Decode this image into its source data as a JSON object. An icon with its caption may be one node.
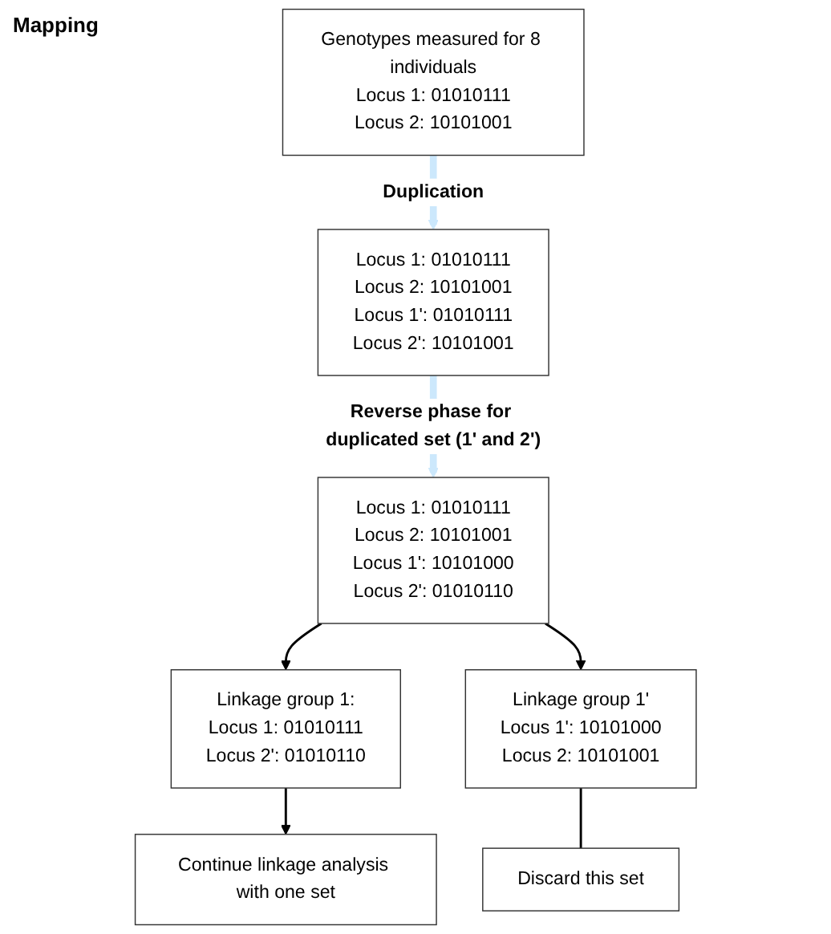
{
  "diagram": {
    "nodes": [
      {
        "text": [
          "Genotypes measured for 8 individuals",
          "Locus 1: 01010111",
          "Locus 2: 10101001"
        ]
      },
      {
        "text": [
          "Locus 1: 01010111",
          "Locus 2: 10101001",
          "Locus 1': 01010111",
          "Locus 2': 10101001"
        ]
      },
      {
        "text": [
          "Locus 1: 01010111",
          "Locus 2: 10101001",
          "Locus 1': 10101000",
          "Locus 2': 01010110"
        ]
      },
      {
        "text": [
          "Linkage group 1:",
          "Locus 1: 01010111",
          "Locus 2': 01010110"
        ]
      },
      {
        "text": [
          "Linkage group 1'",
          "Locus 1': 10101000",
          "Locus 2: 10101001"
        ]
      },
      {
        "text": [
          "Continue linkage analysis with one set"
        ]
      },
      {
        "text": [
          "Discard this set"
        ]
      }
    ],
    "edges": [
      {
        "from": 0,
        "to": 1,
        "arrow": "to",
        "label": "Duplication",
        "style": "thick",
        "color": "#cce8fc"
      },
      {
        "from": 1,
        "to": 2,
        "arrow": "to",
        "label": "Reverse phase for duplicated set (1' and 2')",
        "style": "thick",
        "color": "#cce8fc"
      },
      {
        "from": 2,
        "to": 3,
        "arrow": "to"
      },
      {
        "from": 2,
        "to": 4,
        "arrow": "to"
      },
      {
        "from": 3,
        "to": 5,
        "arrow": "to"
      },
      {
        "from": 4,
        "to": 6,
        "arrow": "none"
      }
    ],
    "labels": [
      "Mapping"
    ]
  }
}
